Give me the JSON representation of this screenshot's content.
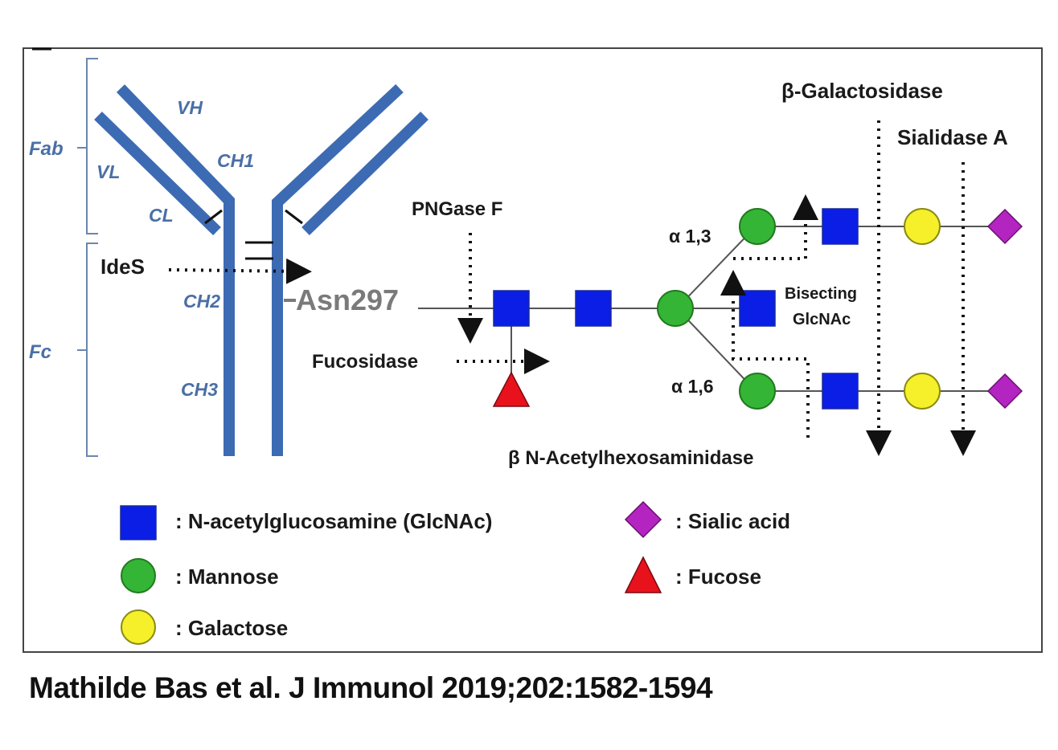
{
  "colors": {
    "antibody": "#3d6bb3",
    "region_label": "#4a6fa5",
    "glcnac": "#0a1ee6",
    "mannose": "#35b535",
    "galactose": "#f5f02a",
    "sialic_acid": "#b424c0",
    "fucose": "#e8121c",
    "asn_label": "#7a7a7a"
  },
  "antibody": {
    "labels": {
      "vh": "VH",
      "vl": "VL",
      "ch1": "CH1",
      "cl": "CL",
      "ch2": "CH2",
      "ch3": "CH3"
    },
    "brackets": {
      "fab": "Fab",
      "fc": "Fc"
    },
    "asn": "Asn297"
  },
  "enzymes": {
    "ides": "IdeS",
    "pngase": "PNGase F",
    "fucosidase": "Fucosidase",
    "galactosidase": "β-Galactosidase",
    "sialidase": "Sialidase A",
    "hexosaminidase": "β N-Acetylhexosaminidase"
  },
  "glycan": {
    "linkage_13": "α 1,3",
    "linkage_16": "α 1,6",
    "bisecting_line1": "Bisecting",
    "bisecting_line2": "GlcNAc"
  },
  "legend": {
    "glcnac": ": N-acetylglucosamine (GlcNAc)",
    "mannose": ": Mannose",
    "galactose": ": Galactose",
    "sialic_acid": ": Sialic acid",
    "fucose": ": Fucose"
  },
  "citation": "Mathilde Bas et al. J Immunol 2019;202:1582-1594"
}
